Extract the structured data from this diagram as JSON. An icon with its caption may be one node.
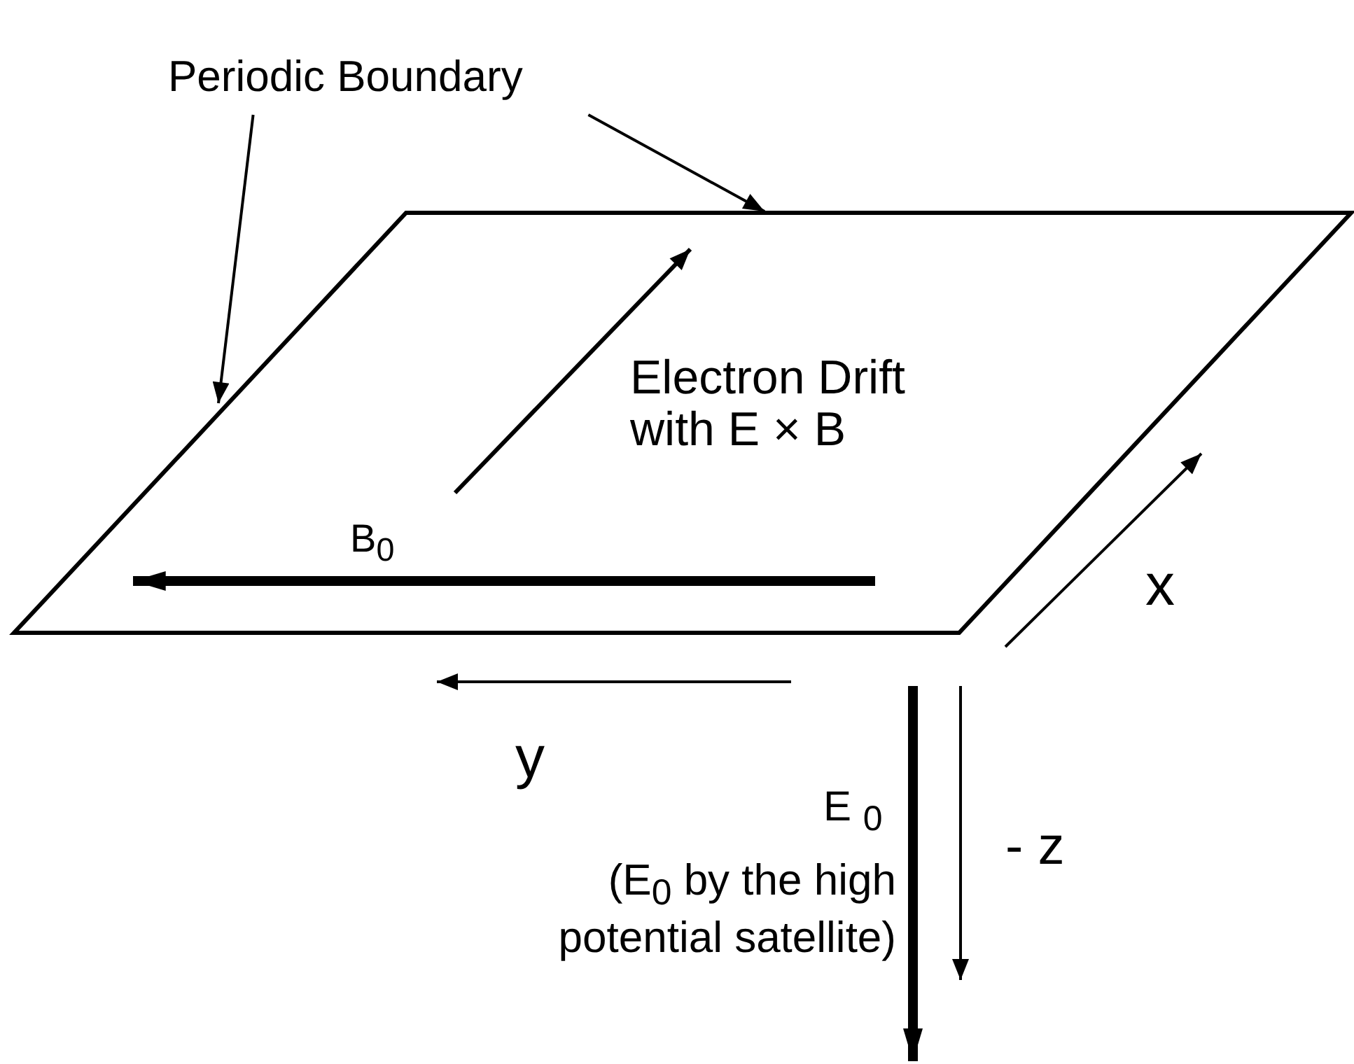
{
  "diagram": {
    "nodes": [
      {
        "text": [
          "Periodic Boundary"
        ]
      },
      {
        "text": [
          "Electron Drift with E × B",
          "B$_{0}$"
        ]
      }
    ],
    "edges": [
      {
        "from": 0,
        "to": 1,
        "arrow": "to"
      },
      {
        "from": 0,
        "to": 1,
        "arrow": "to"
      }
    ],
    "labels": [
      "x",
      "y",
      "E $_{0}$",
      "- z",
      "(E$_{0}$ by the high potential satellite)"
    ]
  }
}
